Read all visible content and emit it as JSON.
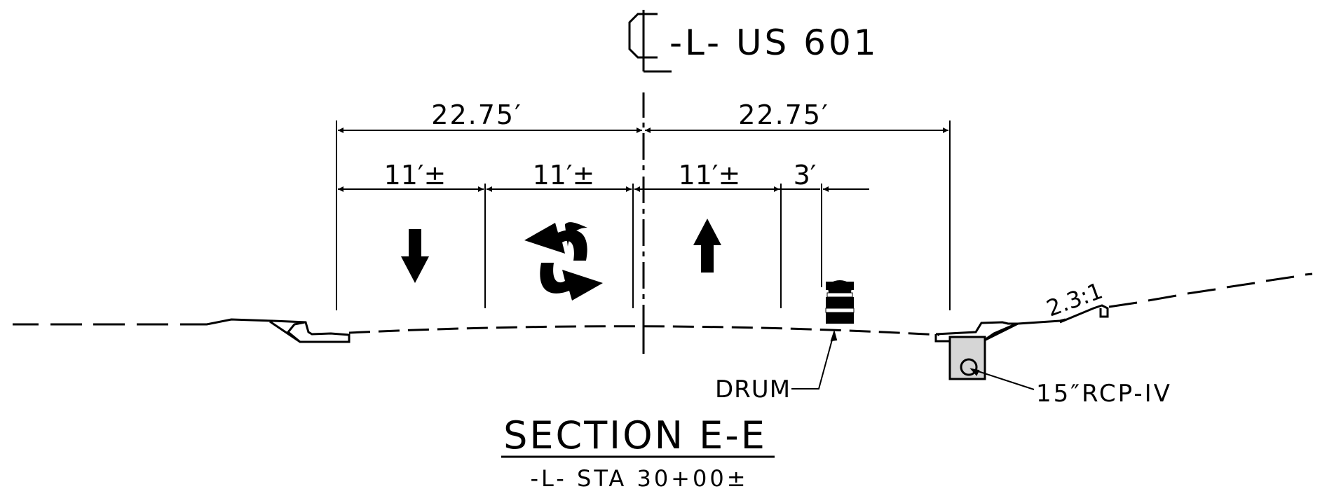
{
  "centerline": {
    "symbol": "CL",
    "label": "-L- US 601"
  },
  "dimensions": {
    "overall_left": "22.75′",
    "overall_right": "22.75′",
    "lane_1": "11′±",
    "lane_2": "11′±",
    "lane_3": "11′±",
    "offset": "3′"
  },
  "lanes": [
    {
      "direction": "southbound",
      "icon": "arrow-down-icon"
    },
    {
      "direction": "two-way-left-turn",
      "icon": "two-way-turn-arrows-icon"
    },
    {
      "direction": "northbound",
      "icon": "arrow-up-icon"
    }
  ],
  "callouts": {
    "drum": "DRUM",
    "pipe": "15″RCP-IV",
    "slope": "2.3:1"
  },
  "section": {
    "title": "SECTION E-E",
    "station": "-L- STA 30+00±"
  }
}
